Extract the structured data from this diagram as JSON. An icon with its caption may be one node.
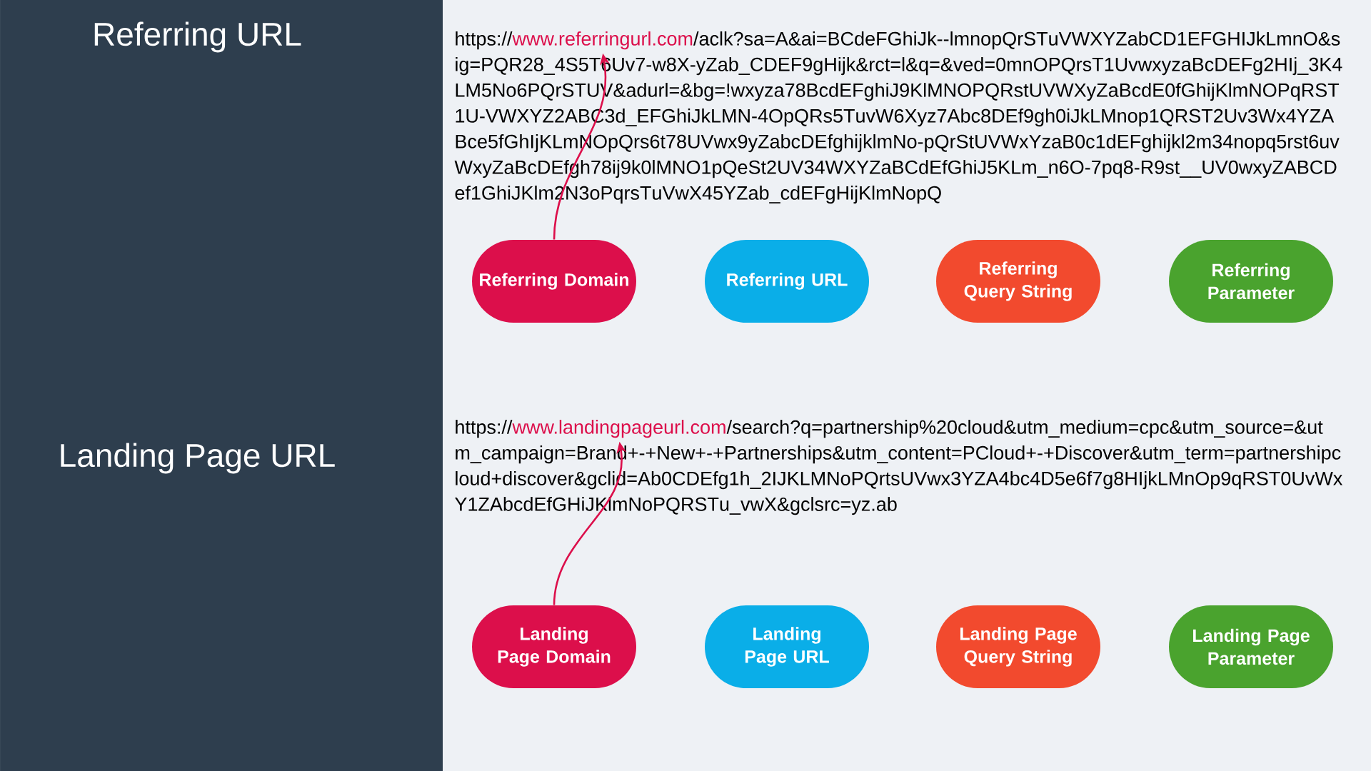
{
  "diagram": {
    "nodes": [
      {
        "text": [
          "https://",
          "/aclk?sa=A&ai=BCdeFGhiJk--lmnopQrSTuVWXYZabCD1EFGHIJkLmnO&sig=PQR28_4S5T6Uv7-w8X-yZab_CDEF9gHijk&rct=l&q=&ved=0mnOPQrsT1UvwxyzaBcDEFg2HIj_3K4LM5No6PQrSTUV&adurl=&bg=!wxyza78BcdEFghiJ9KlMNOPQRstUVWXyZaBcdE0fGhijKlmNOPqRST1U-VWXYZ2ABC3d_EFGhiJkLMN-4OpQRs5TuvW6Xyz7Abc8DEf9gh0iJkLMnop1QRST2Uv3Wx4YZABce5fGhIjKLmNOpQrs6t78UVwx9yZabcDEfghijklmNo-pQrStUVWxYzaB0c1dEFghijkl2m34nopq5rst6uvWxyZaBcDEfgh78ij9k0lMNO1pQeSt2UV34WXYZaBCdEfGhiJ5KLm_n6O-7pq8-R9st__UV0wxyZABCDef1GhiJKlm2N3oPqrsTuVwX45YZab_cdEFgHijKlmNopQ"
        ]
      },
      {
        "text": [
          "www.referringurl.com"
        ],
        "in": 0
      },
      {
        "text": [
          "Referring Domain"
        ]
      },
      {
        "text": [
          "Referring URL"
        ]
      },
      {
        "text": [
          "Referring Query String"
        ]
      },
      {
        "text": [
          "Referring Parameter"
        ]
      },
      {
        "text": [
          "https://",
          "/search?q=partnership%20cloud&utm_medium=cpc&utm_source=&utm_campaign=Brand+-+New+-+Partnerships&utm_content=PCloud+-+Discover&utm_term=partnershipcloud+discover&gclid=Ab0CDEfg1h_2IJKLMNoPQrtsUVwx3YZA4bc4D5e6f7g8HIjkLMnOp9qRST0UvWxY1ZAbcdEfGHiJKlmNoPQRSTu_vwX&gclsrc=yz.ab"
        ]
      },
      {
        "text": [
          "www.landingpageurl.com"
        ],
        "in": 6
      },
      {
        "text": [
          "Landing Page Domain"
        ]
      },
      {
        "text": [
          "Landing Page URL"
        ]
      },
      {
        "text": [
          "Landing Page Query String"
        ]
      },
      {
        "text": [
          "Landing Page Parameter"
        ]
      }
    ],
    "edges": [
      {
        "from": 2,
        "to": 1,
        "arrow": "to"
      },
      {
        "from": 8,
        "to": 7,
        "arrow": "to"
      }
    ],
    "labels": [
      "Referring URL",
      "Landing Page URL"
    ]
  }
}
